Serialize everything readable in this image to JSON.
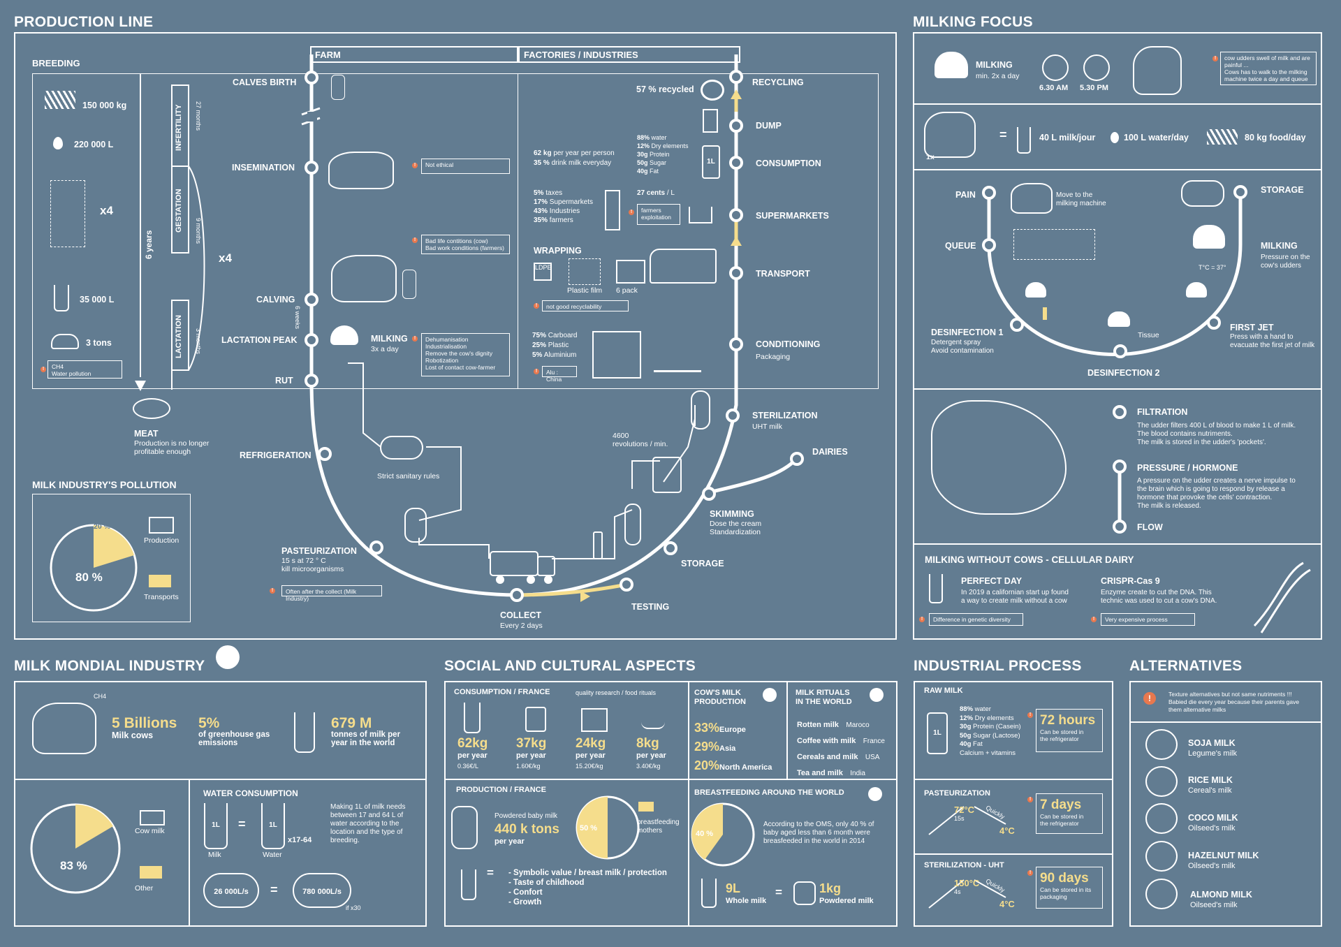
{
  "colors": {
    "background": "#627c91",
    "line": "#ffffff",
    "accent": "#f5dd8c",
    "warning": "#e8784e"
  },
  "production": {
    "title": "PRODUCTION LINE",
    "breeding": "BREEDING",
    "farm": "FARM",
    "factories": "FACTORIES / INDUSTRIES",
    "b1": "150 000 kg",
    "b2": "220 000 L",
    "b3": "x4",
    "b4": "35 000 L",
    "b5": "3 tons",
    "ch4": "CH4",
    "water_pollution": "Water pollution",
    "infertility": "INFERTILITY",
    "gestation": "GESTATION",
    "lactation": "LACTATION",
    "months27": "27 months",
    "months9": "9 months",
    "months3": "3 months",
    "years6": "6 years",
    "x4b": "x4",
    "meat": "MEAT",
    "meat_desc": "Production is no longer profitable enough",
    "weeks6": "6 weeks",
    "left_stops": [
      {
        "label": "CALVES BIRTH"
      },
      {
        "label": "INSEMINATION"
      },
      {
        "label": "CALVING"
      },
      {
        "label": "LACTATION PEAK"
      },
      {
        "label": "RUT"
      }
    ],
    "refrigeration": "REFRIGERATION",
    "strict": "Strict sanitary rules",
    "pasteurization": "PASTEURIZATION",
    "past_desc": "15 s at 72 ° C\nkill microorganisms",
    "past_note": "Often after the collect (Milk Industry)",
    "collect": "COLLECT",
    "collect_desc": "Every 2 days",
    "testing": "TESTING",
    "storage": "STORAGE",
    "skimming": "SKIMMING",
    "skim_desc": "Dose the cream\nStandardization",
    "dairies": "DAIRIES",
    "sterilization": "STERILIZATION",
    "uht": "UHT milk",
    "rev": "4600\nrevolutions / min.",
    "right_stops": [
      {
        "label": "RECYCLING"
      },
      {
        "label": "DUMP"
      },
      {
        "label": "CONSUMPTION"
      },
      {
        "label": "SUPERMARKETS"
      },
      {
        "label": "TRANSPORT"
      },
      {
        "label": "CONDITIONING"
      }
    ],
    "packaging": "Packaging",
    "not_ethical": "Not ethical",
    "bad_life": "Bad life contitions (cow)\nBad work conditions (farmers)",
    "milking": "MILKING",
    "milking_desc": "3x a day",
    "dehuman": "Dehumanisation\nIndustrialisation\nRemove the cow's dignity\nRobotization\nLost of contact cow-farmer",
    "recycled": "57 % recycled",
    "kg62": "62 kg",
    "kg62_desc": "per year per person",
    "pct35": "35 %",
    "pct35_desc": "drink milk everyday",
    "comp": [
      [
        "88%",
        "water"
      ],
      [
        "12%",
        "Dry elements"
      ],
      [
        "30g",
        "Protein"
      ],
      [
        "50g",
        "Sugar"
      ],
      [
        "40g",
        "Fat"
      ]
    ],
    "l1": "1L",
    "price": [
      [
        "5%",
        "taxes"
      ],
      [
        "17%",
        "Supermarkets"
      ],
      [
        "43%",
        "Industries"
      ],
      [
        "35%",
        "farmers"
      ]
    ],
    "cents": "27 cents",
    "cents_unit": "/ L",
    "farmers_exp": "farmers\nexploitation",
    "wrapping": "WRAPPING",
    "plastic_film": "Plastic film",
    "six_pack": "6 pack",
    "ldpe": "LDPE",
    "not_good": "not good recyclability",
    "mat": [
      [
        "75%",
        "Carboard"
      ],
      [
        "25%",
        "Plastic"
      ],
      [
        "5%",
        "Aluminium"
      ]
    ],
    "alu": "Alu : China"
  },
  "pollution": {
    "title": "MILK INDUSTRY'S POLLUTION",
    "p80": "80 %",
    "p20": "20 %",
    "prod": "Production",
    "trans": "Transports",
    "share": 20
  },
  "milking_focus": {
    "title": "MILKING FOCUS",
    "milking": "MILKING",
    "min2x": "min. 2x a day",
    "t1": "6.30 AM",
    "t2": "5.30 PM",
    "udder": "cow udders swell of milk and are painful ...\nCows has to walk to the milking machine twice a day and queue",
    "x1": "1x",
    "eq": "=",
    "r1": "40 L milk/jour",
    "r2": "100 L water/day",
    "r3": "80 kg food/day",
    "pain": "PAIN",
    "pain_desc": "Move to the\nmilking machine",
    "queue": "QUEUE",
    "storage": "STORAGE",
    "milking2": "MILKING",
    "milking2_desc": "Pressure on the\ncow's udders",
    "temp": "T°C = 37°",
    "desinf1": "DESINFECTION 1",
    "desinf1_desc": "Detergent spray\nAvoid contamination",
    "tissue": "Tissue",
    "desinf2": "DESINFECTION 2",
    "firstjet": "FIRST JET",
    "firstjet_desc": "Press with a hand to\nevacuate the first jet of milk",
    "filtration": "FILTRATION",
    "filt_desc": "The udder filters 400 L of blood to make 1 L of milk.\nThe blood contains nutriments.\nThe milk is stored in the udder's 'pockets'.",
    "pressure": "PRESSURE / HORMONE",
    "press_desc": "A pressure on the udder creates a nerve impulse to\nthe brain which is going to respond by release a\nhormone that provoke the cells' contraction.\nThe milk is released.",
    "flow": "FLOW",
    "cellular": "MILKING WITHOUT COWS - CELLULAR DAIRY",
    "perfect": "PERFECT DAY",
    "perfect_desc": "In 2019 a californian start up found\na way to create milk without a cow",
    "crispr": "CRISPR-Cas 9",
    "crispr_desc": "Enzyme create to cut the DNA. This\ntechnic was used to cut a cow's DNA.",
    "diff": "Difference in genetic diversity",
    "expensive": "Very expensive process"
  },
  "mondial": {
    "title": "MILK MONDIAL INDUSTRY",
    "ch4": "CH4",
    "s1": "5 Billions",
    "s1d": "Milk cows",
    "s2": "5%",
    "s2d": "of greenhouse gas\nemissions",
    "s3": "679 M",
    "s3d": "tonnes of milk per\nyear in the world",
    "p83": "83 %",
    "cowmilk": "Cow milk",
    "other": "Other",
    "share": 17,
    "water": "WATER CONSUMPTION",
    "l1": "1L",
    "milk": "Milk",
    "waterlbl": "Water",
    "x1764": "x17-64",
    "water_desc": "Making 1L of milk needs\nbetween 17 and 64 L of\nwater according to the\nlocation and the type of\nbreeding.",
    "f1": "26 000L/s",
    "f2": "780 000L/s",
    "ifx30": "if x30"
  },
  "social": {
    "title": "SOCIAL AND CULTURAL ASPECTS",
    "cons": "CONSUMPTION / FRANCE",
    "quality": "quality research / food rituals",
    "items": [
      [
        "62kg",
        "per year",
        "0.36€/L"
      ],
      [
        "37kg",
        "per year",
        "1.60€/kg"
      ],
      [
        "24kg",
        "per year",
        "15.20€/kg"
      ],
      [
        "8kg",
        "per year",
        "3.40€/kg"
      ]
    ],
    "cowprod": "COW'S MILK\nPRODUCTION",
    "cp": [
      [
        "33%",
        "Europe"
      ],
      [
        "29%",
        "Asia"
      ],
      [
        "20%",
        "North America"
      ]
    ],
    "rituals": "MILK RITUALS\nIN THE WORLD",
    "rit": [
      [
        "Rotten milk",
        "Maroco"
      ],
      [
        "Coffee with milk",
        "France"
      ],
      [
        "Cereals and milk",
        "USA"
      ],
      [
        "Tea and milk",
        "India"
      ]
    ],
    "prodfr": "PRODUCTION / FRANCE",
    "baby": "Powdered baby milk",
    "k440": "440 k tons",
    "peryear": "per year",
    "p50": "50 %",
    "breastfeeding_mothers": "breastfeeding\nmothers",
    "share": 50,
    "sym": "- Symbolic value / breast milk / protection\n- Taste of childhood\n- Confort\n- Growth",
    "bf": "BREASTFEEDING AROUND THE WORLD",
    "p40": "40 %",
    "bf_share": 40,
    "bf_desc": "According to the OMS, only 40 % of\nbaby aged less than 6 month were\nbreasfeeded in the world in 2014",
    "l9": "9L",
    "whole": "Whole milk",
    "kg1": "1kg",
    "powdered": "Powdered milk"
  },
  "industrial": {
    "title": "INDUSTRIAL PROCESS",
    "raw": "RAW MILK",
    "l1": "1L",
    "comp": [
      [
        "88%",
        "water"
      ],
      [
        "12%",
        "Dry elements"
      ],
      [
        "30g",
        "Protein (Casein)"
      ],
      [
        "50g",
        "Sugar (Lactose)"
      ],
      [
        "40g",
        "Fat"
      ]
    ],
    "calcium": "Calcium + vitamins",
    "h72": "72 hours",
    "h72d": "Can be stored in\nthe refrigerator",
    "past": "PASTEURIZATION",
    "t72": "72°C",
    "s15": "15s",
    "quick1": "Quickly",
    "c4a": "4°C",
    "d7": "7 days",
    "d7d": "Can be stored in\nthe refrigerator",
    "steril": "STERILIZATION - UHT",
    "t150": "150°C",
    "s4": "4s",
    "quick2": "Quickly",
    "c4b": "4°C",
    "d90": "90 days",
    "d90d": "Can be stored in its\npackaging"
  },
  "alternatives": {
    "title": "ALTERNATIVES",
    "warning": "Texture alternatives but not same nutriments !!!\nBabied die every year because their parents gave\nthem alternative milks",
    "items": [
      [
        "SOJA MILK",
        "Legume's milk"
      ],
      [
        "RICE MILK",
        "Cereal's milk"
      ],
      [
        "COCO MILK",
        "Oilseed's milk"
      ],
      [
        "HAZELNUT MILK",
        "Oilseed's milk"
      ],
      [
        "ALMOND MILK",
        "Oilseed's milk"
      ]
    ]
  }
}
